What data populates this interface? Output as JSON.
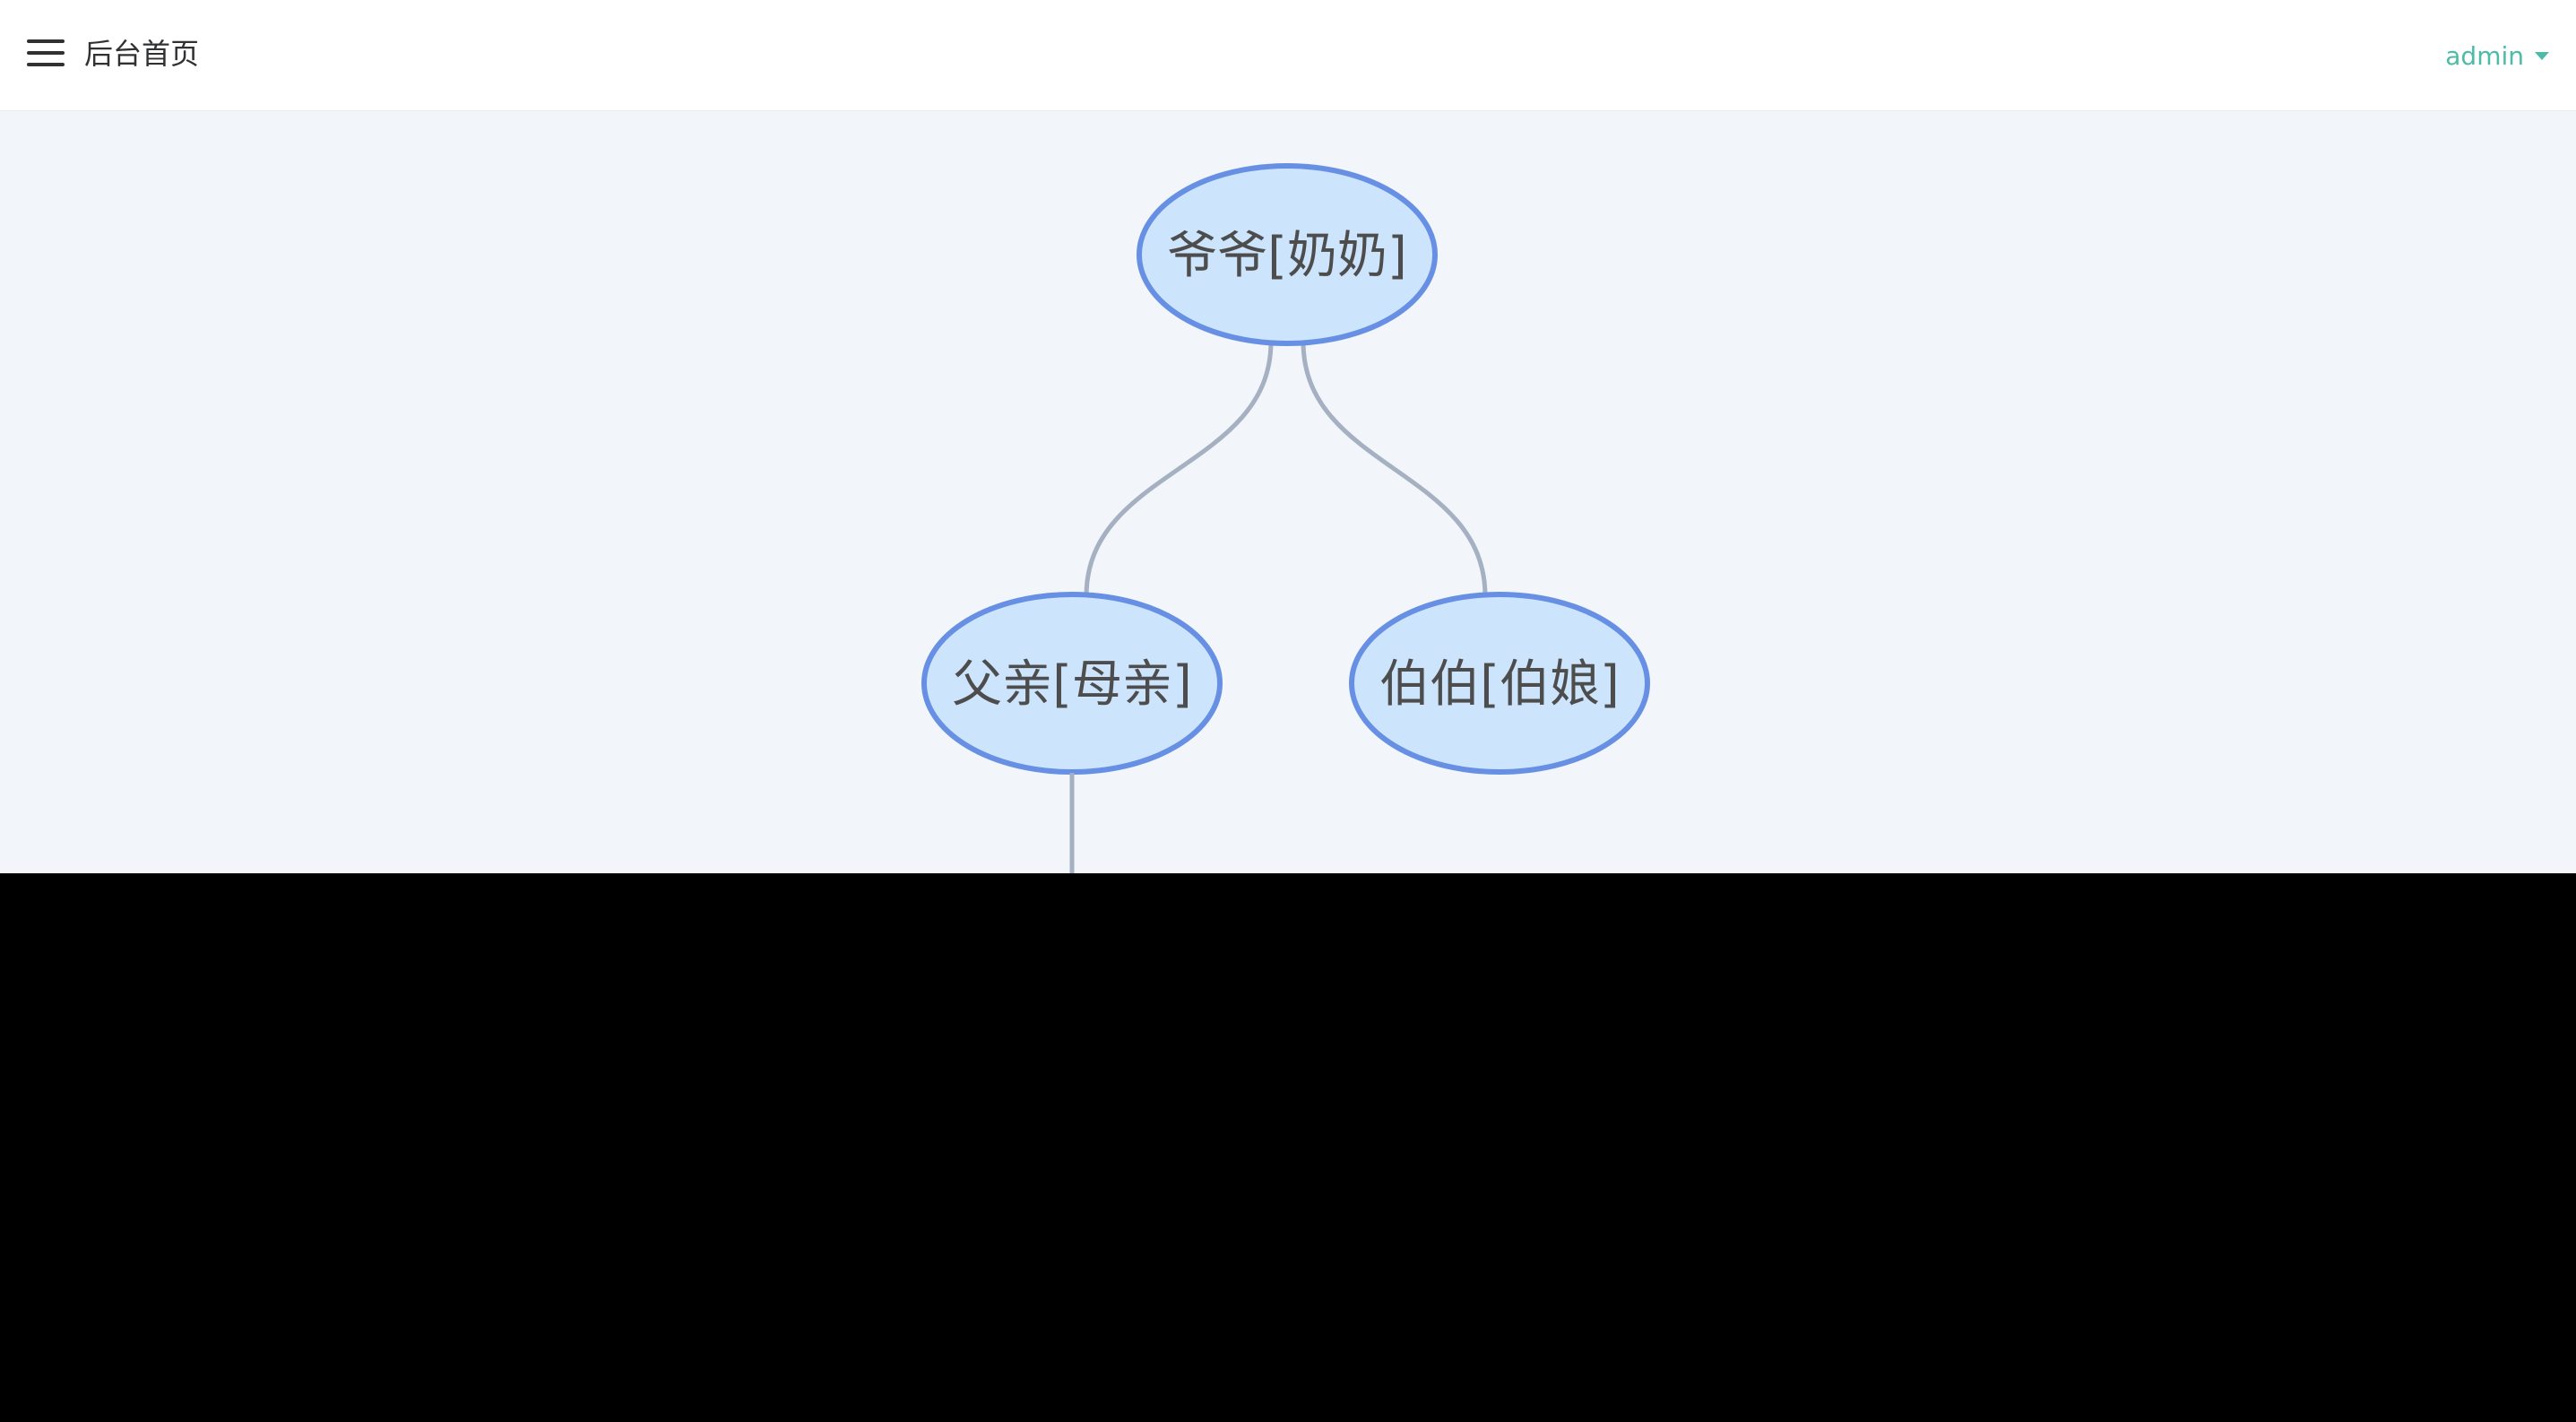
{
  "header": {
    "menu_icon": "hamburger-menu-icon",
    "title": "后台首页",
    "user": {
      "name": "admin",
      "dropdown_icon": "caret-down-icon"
    }
  },
  "tree": {
    "colors": {
      "node_fill": "#cde5fc",
      "node_stroke": "#6790e4",
      "link": "#a5b0c2",
      "label": "#4d4d4d"
    },
    "nodes": [
      {
        "id": "grandparents",
        "label": "爷爷[奶奶]"
      },
      {
        "id": "parents",
        "label": "父亲[母亲]",
        "parent": "grandparents"
      },
      {
        "id": "uncle",
        "label": "伯伯[伯娘]",
        "parent": "grandparents"
      }
    ]
  }
}
